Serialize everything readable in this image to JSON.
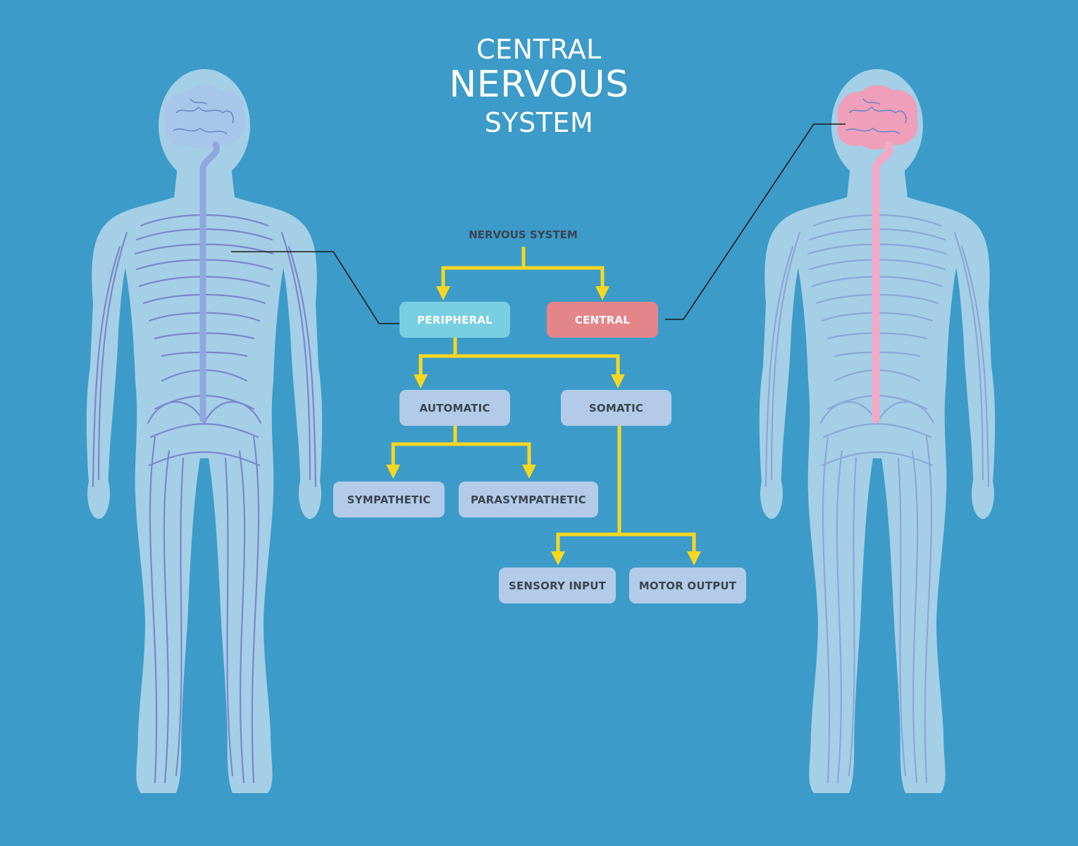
{
  "title": {
    "line1": "CENTRAL",
    "line2": "NERVOUS",
    "line3": "SYSTEM"
  },
  "hierarchy": {
    "root": "NERVOUS SYSTEM",
    "peripheral": "PERIPHERAL",
    "central": "CENTRAL",
    "automatic": "AUTOMATIC",
    "somatic": "SOMATIC",
    "sympathetic": "SYMPATHETIC",
    "parasympathetic": "PARASYMPATHETIC",
    "sensory_input": "SENSORY INPUT",
    "motor_output": "MOTOR OUTPUT"
  },
  "figures": {
    "left_highlight": "peripheral",
    "right_highlight": "central"
  },
  "colors": {
    "background": "#3c9bc8",
    "body": "#a4cfe6",
    "nerve": "#7a86cc",
    "connector": "#f7d720",
    "peripheral_box": "#79cfe2",
    "central_box": "#e48589",
    "sub_box": "#b3cbe8",
    "brain_left": "#a8c6ea",
    "brain_right": "#ef9fb9",
    "spine_right": "#f2a9c6",
    "leader_line": "#1a1a1a"
  }
}
